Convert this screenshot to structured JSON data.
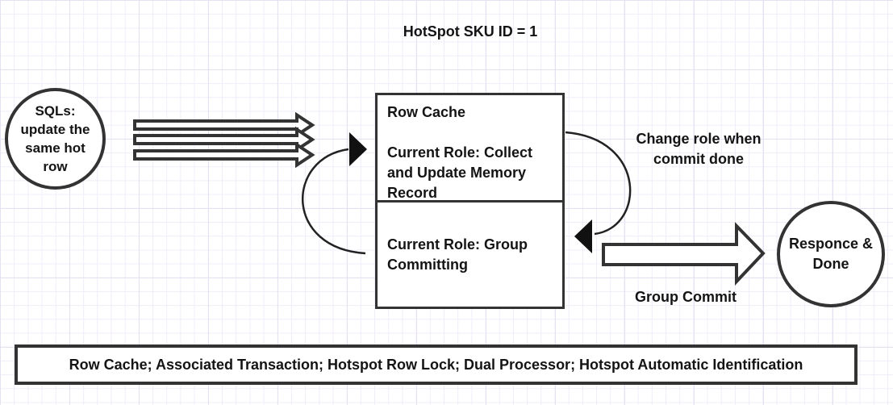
{
  "title": "HotSpot SKU ID = 1",
  "left_circle": {
    "label": "SQLs:\nupdate the\nsame hot\nrow"
  },
  "cache_box": {
    "header": "Row Cache",
    "top_role": "Current Role: Collect and Update Memory Record",
    "bottom_role": "Current Role: Group Committing"
  },
  "annotations": {
    "change_role": "Change role when\ncommit done",
    "group_commit": "Group Commit"
  },
  "right_circle": {
    "label": "Responce &\nDone"
  },
  "legend_bar": {
    "text": "Row Cache; Associated Transaction; Hotspot Row Lock; Dual Processor; Hotspot Automatic Identification"
  },
  "colors": {
    "shape_stroke": "#333333",
    "arrowhead_fill": "#111111",
    "text": "#141414",
    "background": "#ffffff",
    "grid_minor": "#f0edf9",
    "grid_major": "#e5e1f2"
  }
}
